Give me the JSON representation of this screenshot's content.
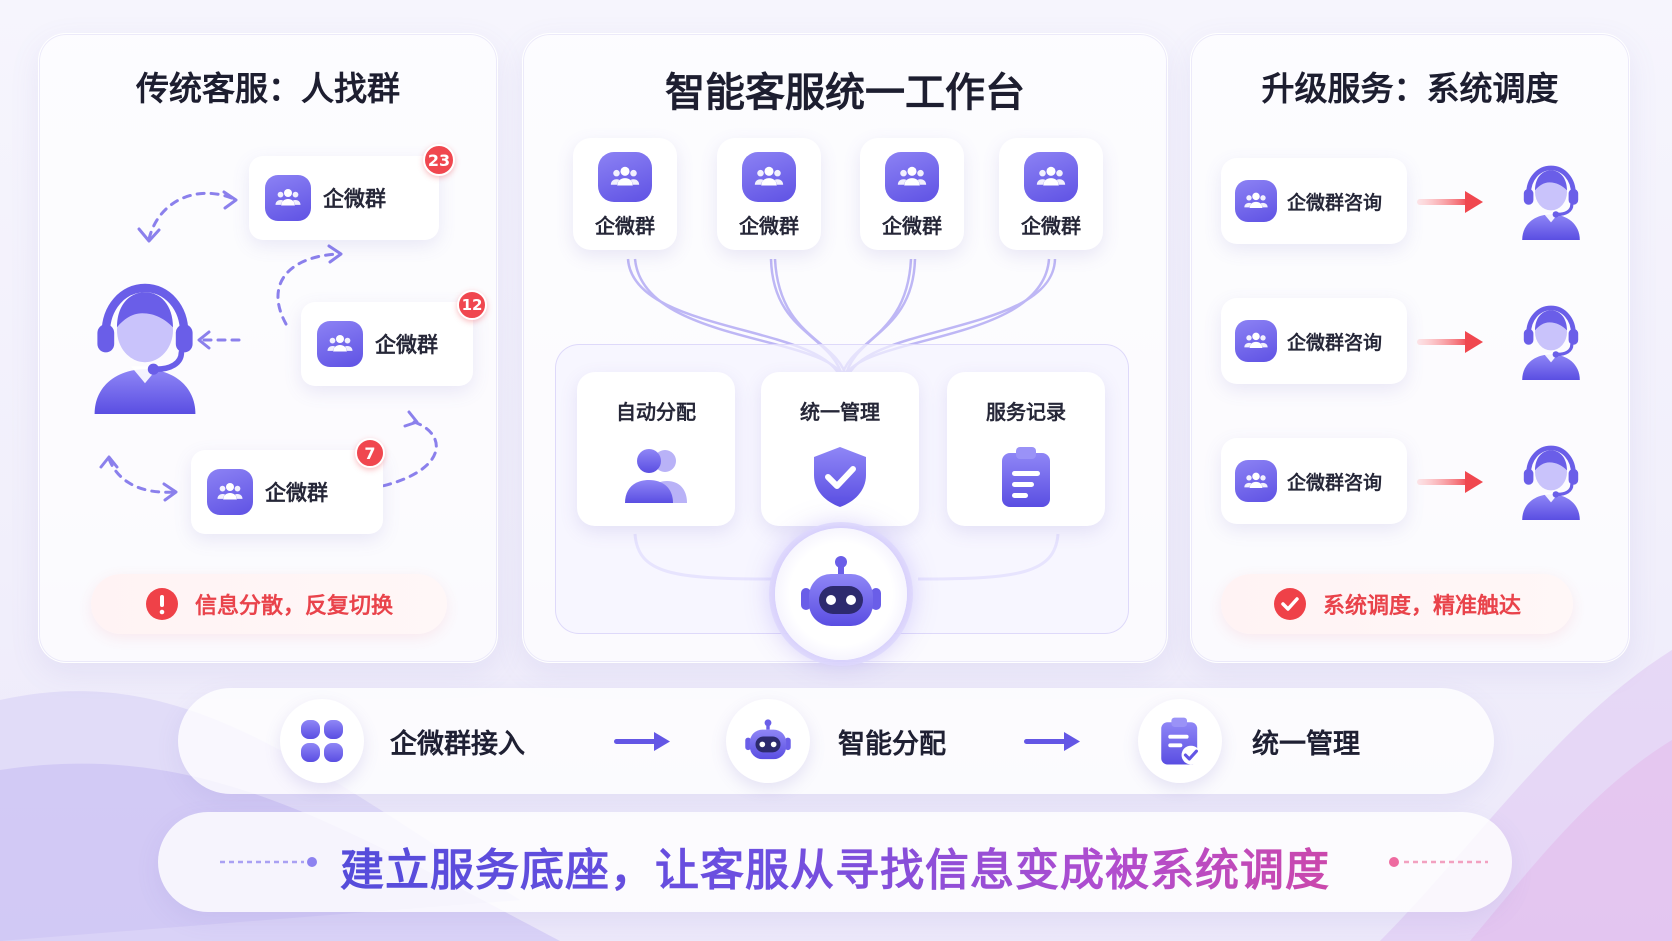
{
  "colors": {
    "accent": "#6356e5",
    "accent_light": "#8c82f4",
    "alert": "#f0474f",
    "text": "#1f2033"
  },
  "left_panel": {
    "title": "传统客服：人找群",
    "groups": [
      {
        "label": "企微群",
        "badge": "23"
      },
      {
        "label": "企微群",
        "badge": "12"
      },
      {
        "label": "企微群",
        "badge": "7"
      }
    ],
    "agent_icon": "customer-service-agent-icon",
    "status": {
      "icon": "exclamation-icon",
      "text": "信息分散，反复切换"
    }
  },
  "center_panel": {
    "title": "智能客服统一工作台",
    "groups": [
      {
        "label": "企微群"
      },
      {
        "label": "企微群"
      },
      {
        "label": "企微群"
      },
      {
        "label": "企微群"
      }
    ],
    "functions": [
      {
        "label": "自动分配",
        "icon": "users-icon"
      },
      {
        "label": "统一管理",
        "icon": "shield-check-icon"
      },
      {
        "label": "服务记录",
        "icon": "clipboard-icon"
      }
    ],
    "hub_icon": "robot-icon"
  },
  "right_panel": {
    "title": "升级服务：系统调度",
    "rows": [
      {
        "label": "企微群咨询",
        "icon": "customer-service-agent-icon"
      },
      {
        "label": "企微群咨询",
        "icon": "customer-service-agent-icon"
      },
      {
        "label": "企微群咨询",
        "icon": "customer-service-agent-icon"
      }
    ],
    "status": {
      "icon": "check-circle-icon",
      "text": "系统调度，精准触达"
    }
  },
  "flow": {
    "steps": [
      {
        "label": "企微群接入",
        "icon": "grid-apps-icon"
      },
      {
        "label": "智能分配",
        "icon": "robot-icon"
      },
      {
        "label": "统一管理",
        "icon": "clipboard-check-icon"
      }
    ]
  },
  "slogan": "建立服务底座，让客服从寻找信息变成被系统调度"
}
